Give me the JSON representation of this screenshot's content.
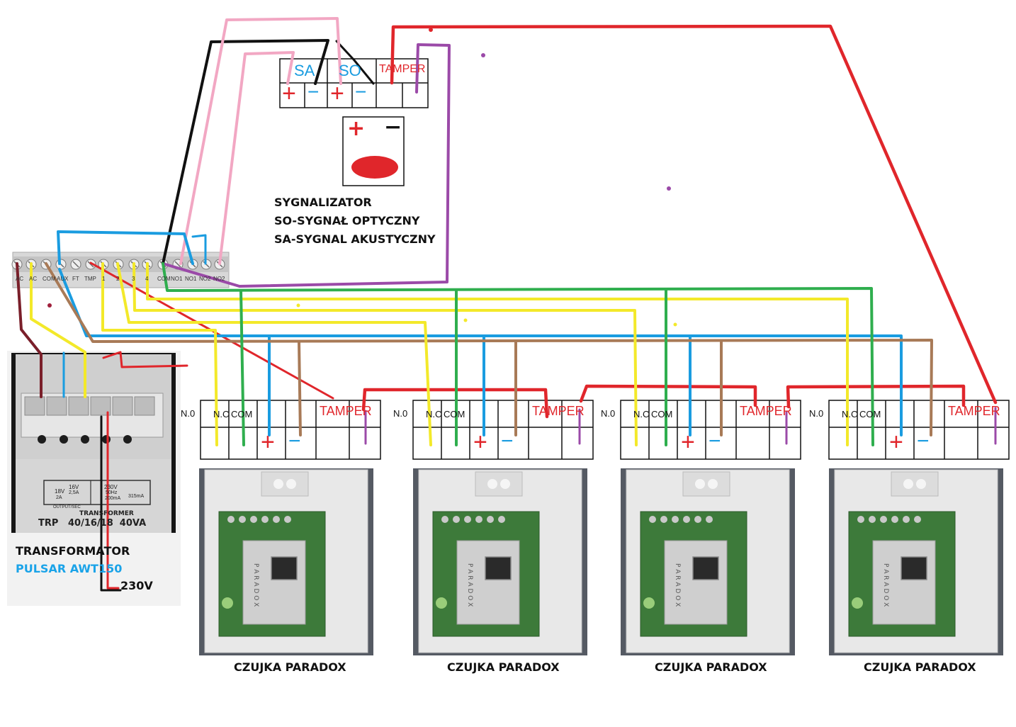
{
  "siren": {
    "terminals": [
      "SA",
      "SO",
      "TAMPER"
    ],
    "signs": {
      "plus": "+",
      "minus": "−"
    },
    "battery_plus": "+",
    "battery_minus": "−",
    "title": "SYGNALIZATOR",
    "line_so": "SO-SYGNAŁ OPTYCZNY",
    "line_sa": "SA-SYGNAL AKUSTYCZNY"
  },
  "panel_strip": {
    "labels": [
      "AC",
      "AC",
      "COM",
      "AUX",
      "FT",
      "TMP",
      "1",
      "2",
      "3",
      "4",
      "COM",
      "NO1",
      "NO1",
      "NO2",
      "NO2"
    ]
  },
  "transformer": {
    "output_label": "OUTPUT/SEC",
    "v18": "18V",
    "a2": "2A",
    "v16": "16V",
    "a25": "2,5A",
    "v230": "230V",
    "hz": "50Hz",
    "ma": "200mA",
    "fuse": "315mA",
    "name_band": "TRANSFORMER",
    "model": "TRP   40/16/18  40VA",
    "caption": "TRANSFORMATOR",
    "caption_brand": "PULSAR AWT150",
    "mains": "230V"
  },
  "detector_block": {
    "no": "N.0",
    "nc": "N.C",
    "com": "COM",
    "tamper": "TAMPER",
    "plus": "+",
    "minus": "−"
  },
  "detectors": [
    {
      "label": "CZUJKA PARADOX"
    },
    {
      "label": "CZUJKA PARADOX"
    },
    {
      "label": "CZUJKA PARADOX"
    },
    {
      "label": "CZUJKA PARADOX"
    }
  ],
  "pcb_text": "P A R A D O X",
  "colors": {
    "red": "#e0262b",
    "blue": "#1a9ce0",
    "black": "#111111",
    "pink": "#f2a7c3",
    "purple": "#9b4aa8",
    "green": "#2fae4e",
    "yellow": "#f3e92a",
    "brown": "#a87a57",
    "darkred": "#7a1f2a",
    "cyan_text": "#1aa3e8"
  }
}
